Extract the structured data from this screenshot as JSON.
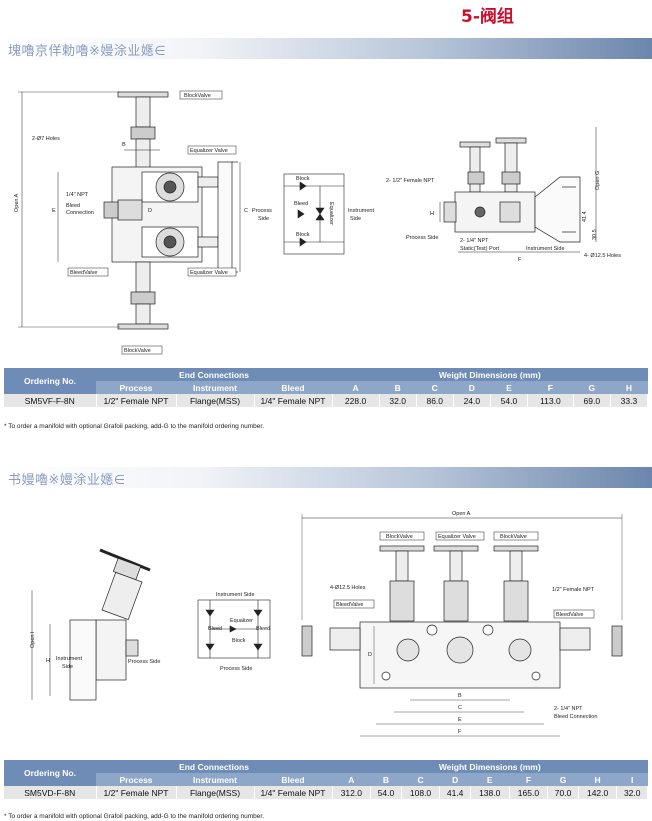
{
  "header": {
    "page_number": "5-阀组"
  },
  "section1": {
    "title": "塊嚕京佯勅嚕※嫚涂业嫕∈",
    "diagram_labels": {
      "block_valve": "BlockValve",
      "equalizer_valve": "Equalizer Valve",
      "bleed_valve": "BleedValve",
      "holes": "2-Ø7 Holes",
      "npt": "1/4\" NPT",
      "bleed_connection": "Bleed\nConnection",
      "open_a": "Open A",
      "dim_b": "B",
      "dim_c": "C",
      "dim_d": "D",
      "dim_e": "E",
      "schem_block": "Block",
      "schem_bleed": "Bleed",
      "schem_equalizer": "Equalizer",
      "process_side": "Process Side",
      "instrument_side": "Instrument Side",
      "female_npt": "2- 1/2\" Female NPT",
      "static_port": "2- 1/4\" NPT Static(Test) Port",
      "holes_125": "4- Ø12.5 Holes",
      "dim_h": "H",
      "dim_f": "F",
      "dim_g": "Open G",
      "dim_414": "41.4",
      "dim_305": "30.5"
    },
    "table": {
      "ordering_header": "Ordering No.",
      "end_connections_header": "End Connections",
      "weight_header": "Weight Dimensions (mm)",
      "sub_headers": [
        "Process",
        "Instrument",
        "Bleed"
      ],
      "dim_headers": [
        "A",
        "B",
        "C",
        "D",
        "E",
        "F",
        "G",
        "H"
      ],
      "row": {
        "ordering_no": "SM5VF-F-8N",
        "process": "1/2\" Female NPT",
        "instrument": "Flange(MSS)",
        "bleed": "1/4\" Female NPT",
        "dims": [
          "228.0",
          "32.0",
          "86.0",
          "24.0",
          "54.0",
          "113.0",
          "69.0",
          "33.3"
        ]
      }
    },
    "note": "* To order a manifold with optional Grafoil packing, add-G to the manifold ordering number."
  },
  "section2": {
    "title": "书嫚嚕※嫚涂业嫕∈",
    "diagram_labels": {
      "open_a": "Open A",
      "block_valve": "BlockValve",
      "equalizer_valve": "Equalizer Valve",
      "bleed_valve": "BleedValve",
      "holes": "4-Ø12.5 Holes",
      "female_npt": "1/2\" Female NPT",
      "npt_bleed": "2- 1/4\" NPT Bleed Connection",
      "instrument_side": "Instrument Side",
      "process_side": "Process Side",
      "open_i": "Open I",
      "dim_h": "H",
      "schem_bleed": "Bleed",
      "schem_equalizer": "Equalizer",
      "schem_block": "Block",
      "dim_b": "B",
      "dim_c": "C",
      "dim_d": "D",
      "dim_e": "E",
      "dim_f": "F"
    },
    "table": {
      "ordering_header": "Ordering No.",
      "end_connections_header": "End Connections",
      "weight_header": "Weight Dimensions (mm)",
      "sub_headers": [
        "Process",
        "Instrument",
        "Bleed"
      ],
      "dim_headers": [
        "A",
        "B",
        "C",
        "D",
        "E",
        "F",
        "G",
        "H",
        "I"
      ],
      "row": {
        "ordering_no": "SM5VD-F-8N",
        "process": "1/2\" Female NPT",
        "instrument": "Flange(MSS)",
        "bleed": "1/4\" Female NPT",
        "dims": [
          "312.0",
          "54.0",
          "108.0",
          "41.4",
          "138.0",
          "165.0",
          "70.0",
          "142.0",
          "32.0"
        ]
      }
    },
    "note": "* To order a manifold with optional Grafoil packing, add-G to the manifold ordering number."
  }
}
